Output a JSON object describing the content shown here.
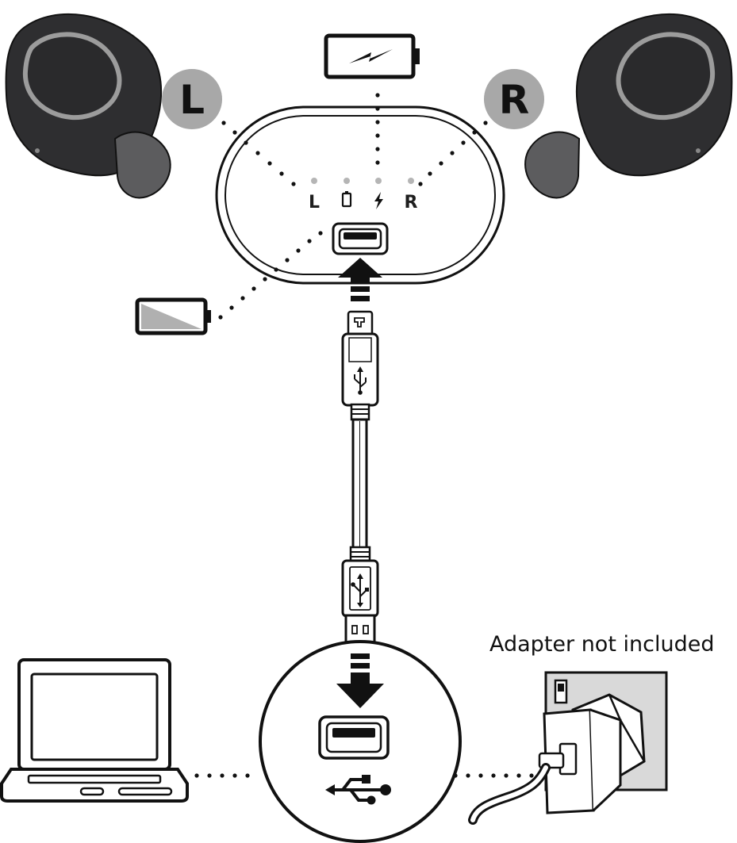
{
  "badges": {
    "left": "L",
    "right": "R"
  },
  "indicators": {
    "left": "L",
    "right": "R"
  },
  "caption": {
    "adapter": "Adapter not included"
  },
  "colors": {
    "ink": "#111111",
    "earbud_body": "#2e2e30",
    "earbud_tip": "#5c5c5e",
    "badge_fill": "#a8a8a8",
    "led_dot": "#b5b5b5",
    "wall_plate": "#d9d9d9"
  },
  "icons": [
    "left-earbud-icon",
    "right-earbud-icon",
    "battery-charging-icon",
    "battery-low-icon",
    "micro-usb-plug-icon",
    "usb-a-plug-icon",
    "usb-port-icon",
    "usb-symbol-icon",
    "laptop-icon",
    "wall-adapter-icon"
  ]
}
